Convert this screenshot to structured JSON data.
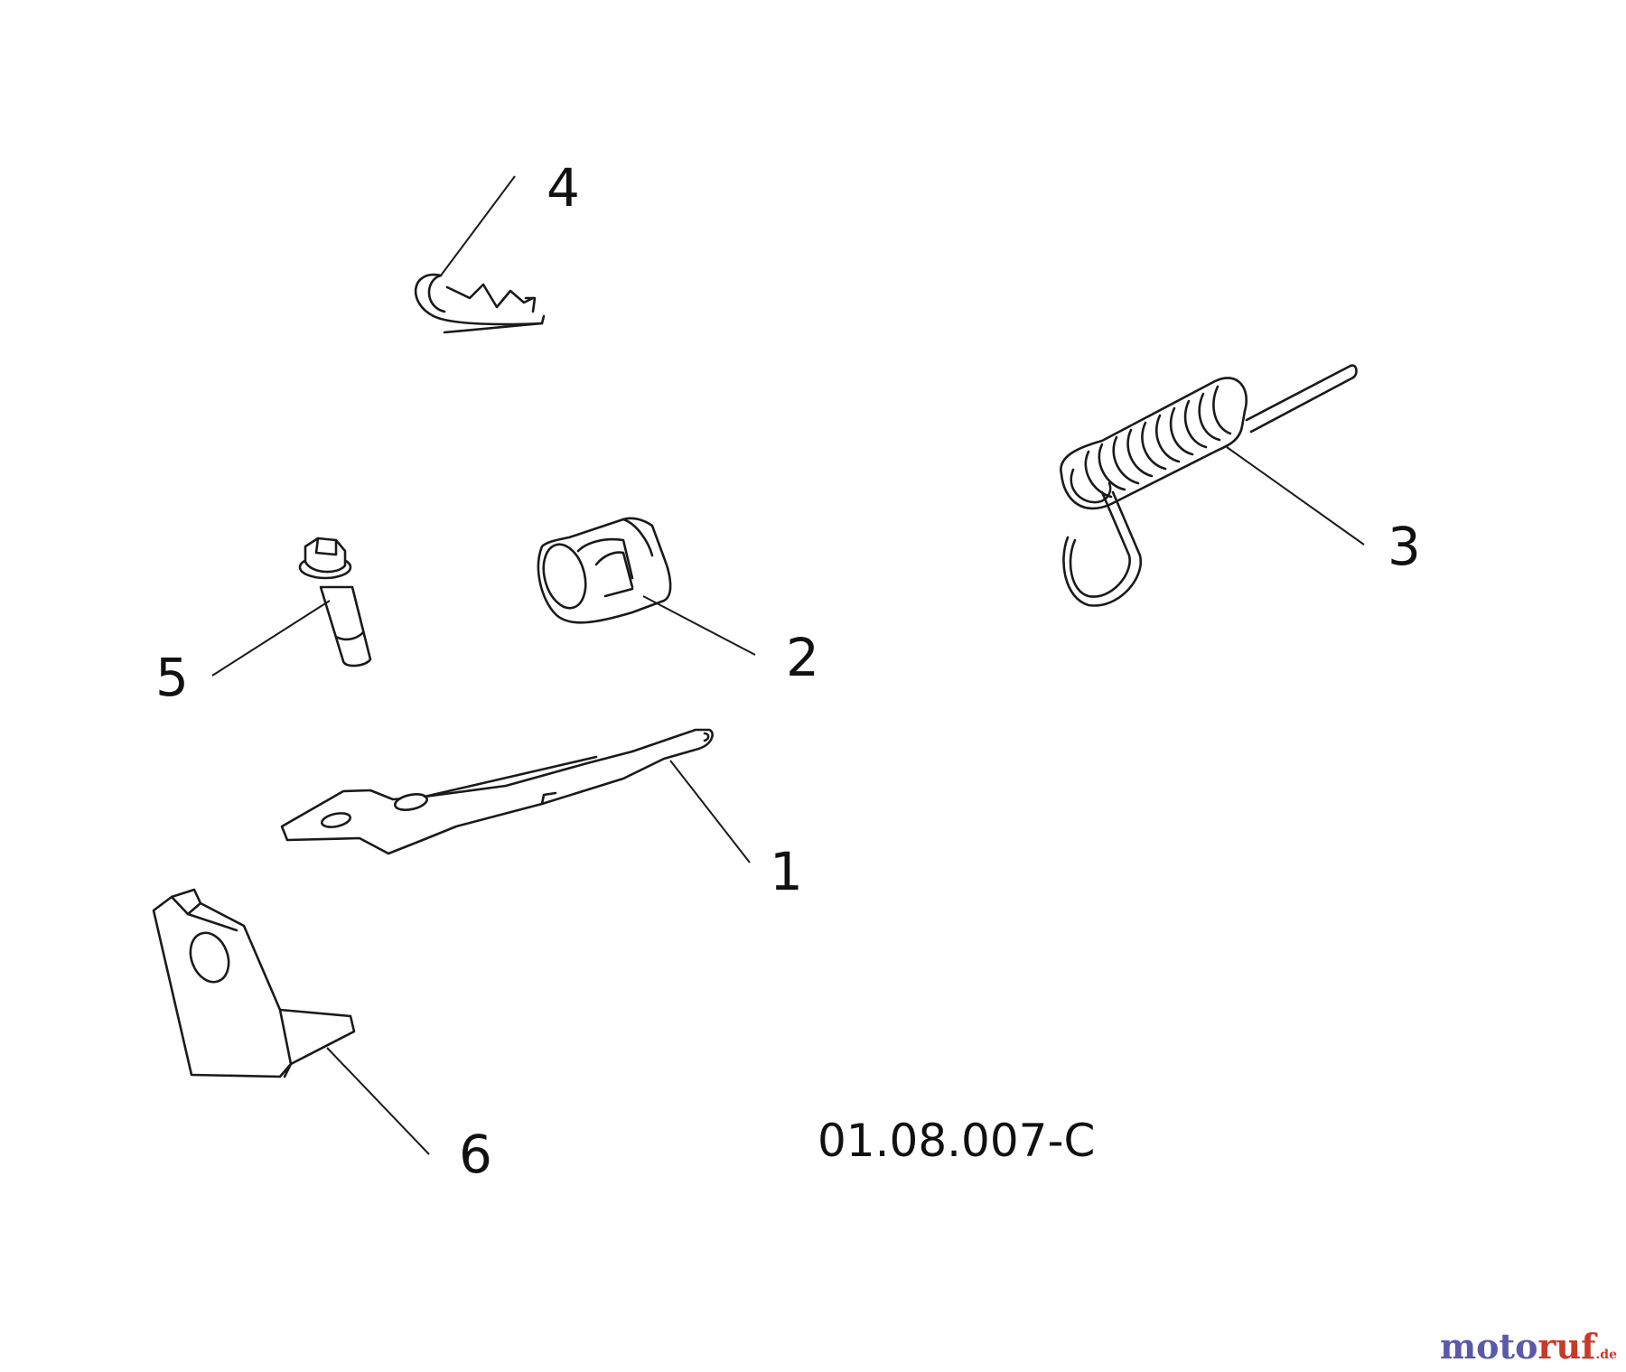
{
  "callouts": {
    "c1": "1",
    "c2": "2",
    "c3": "3",
    "c4": "4",
    "c5": "5",
    "c6": "6"
  },
  "drawing_code": "01.08.007-C",
  "watermark": {
    "brand_part_a": "moto",
    "brand_part_b": "ruf",
    "domain": ".de",
    "color_a": "#5a5aa8",
    "color_b": "#c83a2a"
  },
  "colors": {
    "line": "#1a1a1a",
    "background": "#ffffff"
  }
}
